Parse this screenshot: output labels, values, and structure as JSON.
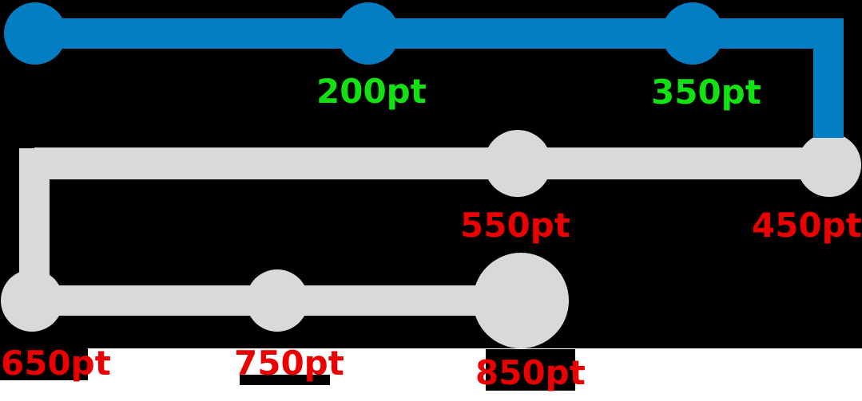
{
  "diagram": {
    "kind": "points-progress-path",
    "colors": {
      "background": "#000000",
      "footer_strip": "#ffffff",
      "route_completed": "#047ec3",
      "route_upcoming": "#d9d9d9",
      "label_completed": "#12e112",
      "label_upcoming": "#ea0202"
    },
    "milestones": [
      {
        "label": "",
        "points": null,
        "status": "completed",
        "node": "small"
      },
      {
        "label": "200pt",
        "points": 200,
        "status": "completed",
        "node": "small"
      },
      {
        "label": "350pt",
        "points": 350,
        "status": "completed",
        "node": "small"
      },
      {
        "label": "450pt",
        "points": 450,
        "status": "upcoming",
        "node": "small"
      },
      {
        "label": "550pt",
        "points": 550,
        "status": "upcoming",
        "node": "small"
      },
      {
        "label": "650pt",
        "points": 650,
        "status": "upcoming",
        "node": "small"
      },
      {
        "label": "750pt",
        "points": 750,
        "status": "upcoming",
        "node": "small"
      },
      {
        "label": "850pt",
        "points": 850,
        "status": "upcoming",
        "node": "large"
      }
    ]
  }
}
